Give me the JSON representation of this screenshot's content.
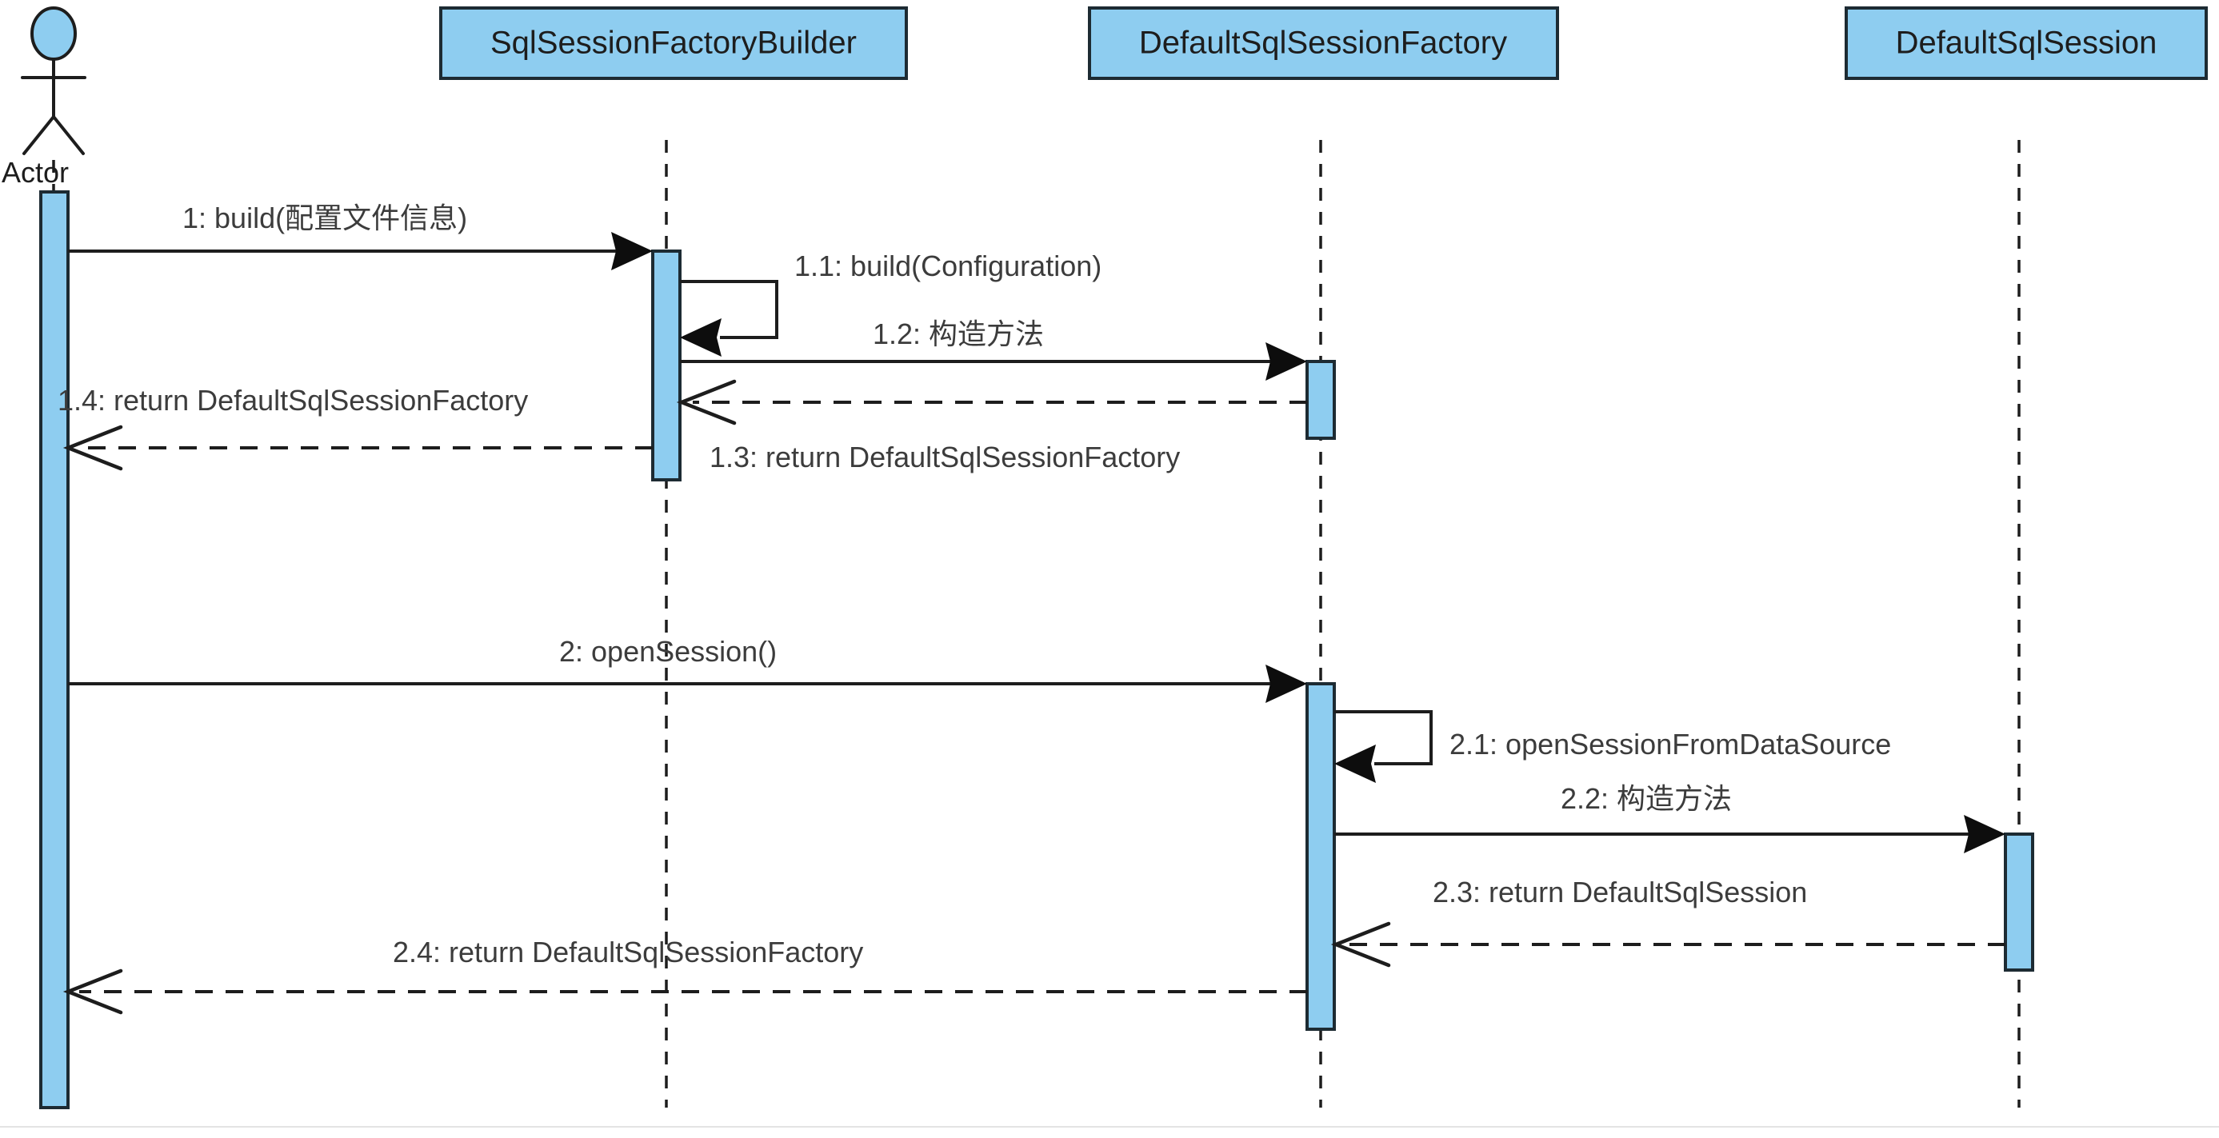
{
  "diagram": {
    "type": "uml-sequence-diagram",
    "title": "",
    "colors": {
      "participant_fill": "#8ecdf0",
      "participant_border": "#1d2b33",
      "line": "#1d1d1d",
      "text": "#3c3c3c",
      "background": "#ffffff"
    },
    "actor": {
      "name": "Actor",
      "icon": "stick-figure-icon"
    },
    "participants": [
      {
        "id": "actor",
        "label": "Actor",
        "kind": "actor"
      },
      {
        "id": "builder",
        "label": "SqlSessionFactoryBuilder",
        "kind": "object"
      },
      {
        "id": "factory",
        "label": "DefaultSqlSessionFactory",
        "kind": "object"
      },
      {
        "id": "session",
        "label": "DefaultSqlSession",
        "kind": "object"
      }
    ],
    "messages": [
      {
        "seq": "1",
        "label": "1: build(配置文件信息)",
        "from": "actor",
        "to": "builder",
        "style": "call"
      },
      {
        "seq": "1.1",
        "label": "1.1: build(Configuration)",
        "from": "builder",
        "to": "builder",
        "style": "self-call"
      },
      {
        "seq": "1.2",
        "label": "1.2: 构造方法",
        "from": "builder",
        "to": "factory",
        "style": "call"
      },
      {
        "seq": "1.3",
        "label": "1.3: return DefaultSqlSessionFactory",
        "from": "factory",
        "to": "builder",
        "style": "return"
      },
      {
        "seq": "1.4",
        "label": "1.4: return DefaultSqlSessionFactory",
        "from": "builder",
        "to": "actor",
        "style": "return"
      },
      {
        "seq": "2",
        "label": "2: openSession()",
        "from": "actor",
        "to": "factory",
        "style": "call"
      },
      {
        "seq": "2.1",
        "label": "2.1: openSessionFromDataSource",
        "from": "factory",
        "to": "factory",
        "style": "self-call"
      },
      {
        "seq": "2.2",
        "label": "2.2: 构造方法",
        "from": "factory",
        "to": "session",
        "style": "call"
      },
      {
        "seq": "2.3",
        "label": "2.3: return DefaultSqlSession",
        "from": "session",
        "to": "factory",
        "style": "return"
      },
      {
        "seq": "2.4",
        "label": "2.4: return DefaultSqlSessionFactory",
        "from": "factory",
        "to": "actor",
        "style": "return"
      }
    ]
  }
}
